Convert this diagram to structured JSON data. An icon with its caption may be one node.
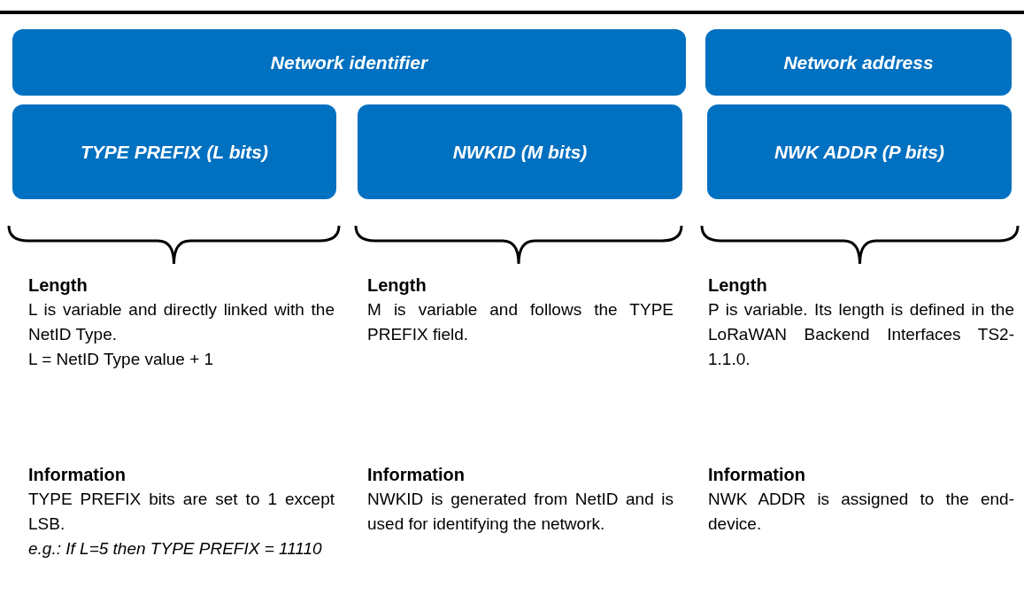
{
  "diagram": {
    "nodes": [
      {
        "text": [
          "Network identifier"
        ]
      },
      {
        "text": [
          "Network address"
        ]
      },
      {
        "text": [
          "TYPE PREFIX (L bits)"
        ]
      },
      {
        "text": [
          "NWKID (M bits)"
        ]
      },
      {
        "text": [
          "NWK ADDR (P bits)"
        ]
      }
    ],
    "labels": [
      "Length",
      "L is variable and directly linked with the NetID Type.",
      "L = NetID Type value + 1",
      "Length",
      "M is variable and follows the TYPE PREFIX field.",
      "Length",
      "P is variable. Its length is defined in the LoRaWAN Backend Interfaces TS2-1.1.0.",
      "Information",
      "TYPE PREFIX bits are set to 1 except LSB.",
      "e.g.: If L=5 then TYPE PREFIX = 11110",
      "Information",
      "NWKID is generated from NetID and is used for identifying the network.",
      "Information",
      "NWK ADDR is assigned to the end-device."
    ]
  }
}
